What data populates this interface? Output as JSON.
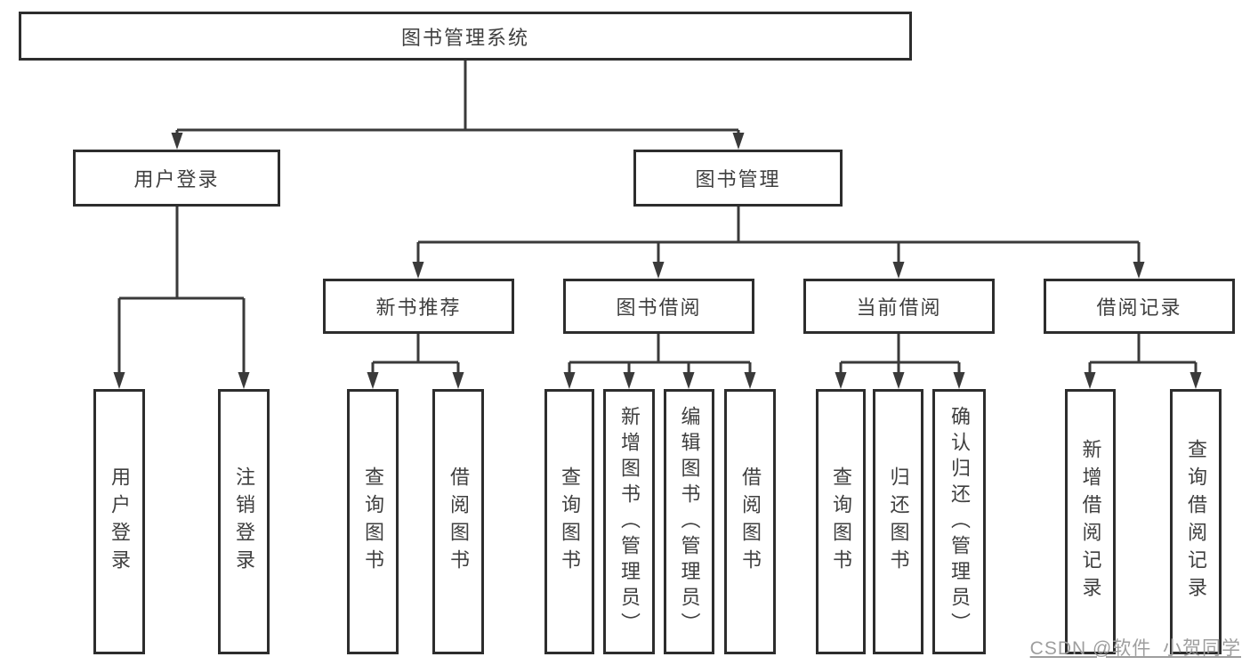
{
  "diagram": {
    "watermark": "CSDN @软件_小贺同学",
    "colors": {
      "line": "#3a3a3a",
      "border": "#2d2d2d",
      "text": "#3f3f3f",
      "watermark": "#9e9e9e",
      "background": "#ffffff"
    },
    "tree": {
      "label": "图书管理系统",
      "children": [
        {
          "label": "用户登录",
          "children": [
            {
              "label": "用户登录"
            },
            {
              "label": "注销登录"
            }
          ]
        },
        {
          "label": "图书管理",
          "children": [
            {
              "label": "新书推荐",
              "children": [
                {
                  "label": "查询图书"
                },
                {
                  "label": "借阅图书"
                }
              ]
            },
            {
              "label": "图书借阅",
              "children": [
                {
                  "label": "查询图书"
                },
                {
                  "label": "新增图书（管理员）"
                },
                {
                  "label": "编辑图书（管理员）"
                },
                {
                  "label": "借阅图书"
                }
              ]
            },
            {
              "label": "当前借阅",
              "children": [
                {
                  "label": "查询图书"
                },
                {
                  "label": "归还图书"
                },
                {
                  "label": "确认归还（管理员）"
                }
              ]
            },
            {
              "label": "借阅记录",
              "children": [
                {
                  "label": "新增借阅记录"
                },
                {
                  "label": "查询借阅记录"
                }
              ]
            }
          ]
        }
      ]
    }
  }
}
